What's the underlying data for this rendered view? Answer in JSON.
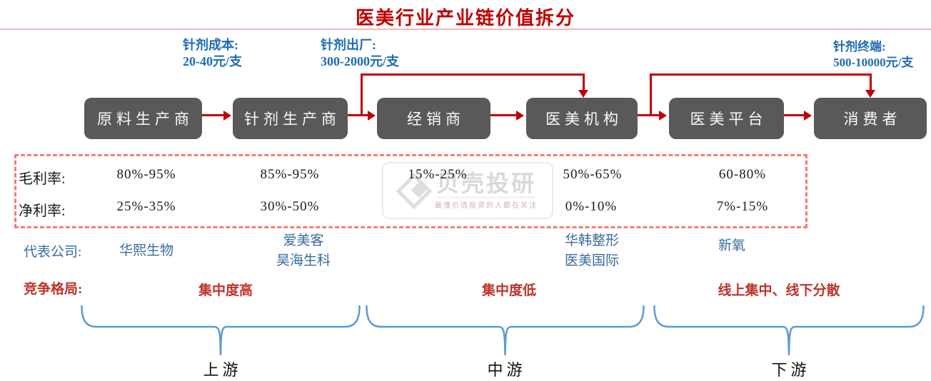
{
  "title": "医美行业产业链价值拆分",
  "price_annotations": [
    {
      "label": "针剂成本:",
      "value": "20-40元/支"
    },
    {
      "label": "针剂出厂:",
      "value": "300-2000元/支"
    },
    {
      "label": "针剂终端:",
      "value": "500-10000元/支"
    }
  ],
  "chain_nodes": [
    "原料生产商",
    "针剂生产商",
    "经销商",
    "医美机构",
    "医美平台",
    "消费者"
  ],
  "metrics": {
    "gross_label": "毛利率:",
    "net_label": "净利率:",
    "gross_values": [
      "80%-95%",
      "85%-95%",
      "15%-25%",
      "50%-65%",
      "60-80%"
    ],
    "net_values": [
      "25%-35%",
      "30%-50%",
      "0%-10%",
      "7%-15%"
    ]
  },
  "companies": {
    "label": "代表公司:",
    "group1": "华熙生物",
    "group2a": "爱美客",
    "group2b": "昊海生科",
    "group3a": "华韩整形",
    "group3b": "医美国际",
    "group4": "新氧"
  },
  "competition": {
    "label": "竞争格局:",
    "upstream": "集中度高",
    "midstream": "集中度低",
    "downstream": "线上集中、线下分散"
  },
  "segments": [
    "上游",
    "中游",
    "下游"
  ],
  "watermark": {
    "name": "贝壳投研",
    "tagline": "最懂价值投资的人都在关注"
  },
  "colors": {
    "accent_red": "#c00000",
    "annotation_blue": "#1f6cb4",
    "company_blue": "#386b9c",
    "competition_red": "#bf332b",
    "node_gray": "#595959",
    "dashed_pink": "#f87c72",
    "brace_blue": "#5b9bd5"
  }
}
